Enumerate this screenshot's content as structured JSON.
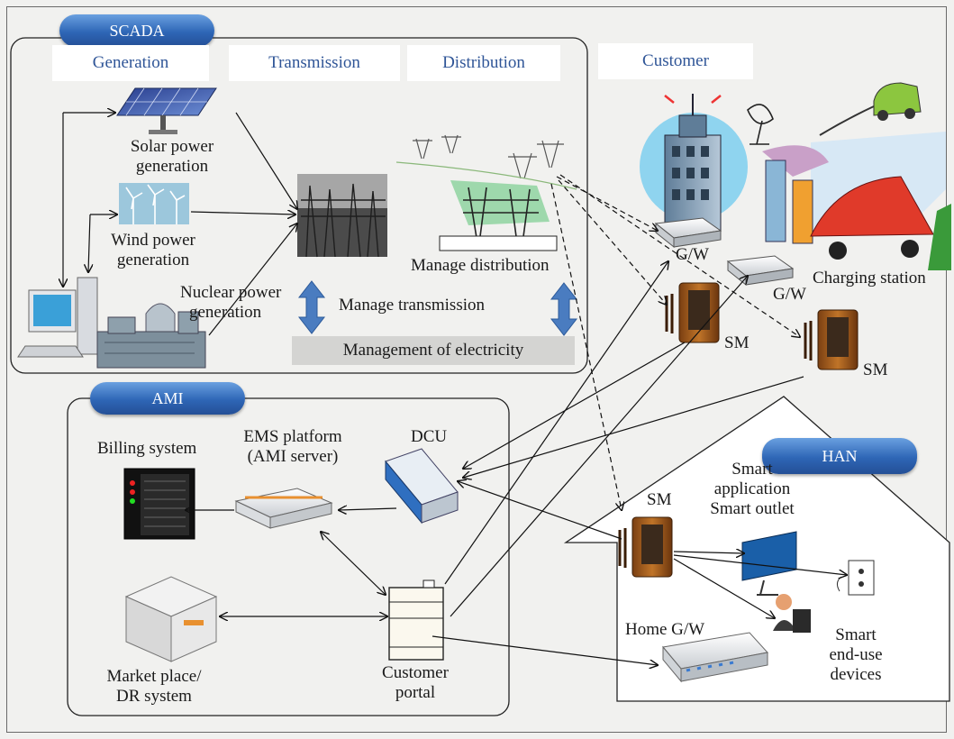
{
  "sections": {
    "scada": "SCADA",
    "ami": "AMI",
    "han": "HAN"
  },
  "stages": {
    "generation": "Generation",
    "transmission": "Transmission",
    "distribution": "Distribution",
    "customer": "Customer"
  },
  "scada_labels": {
    "solar": [
      "Solar power",
      "generation"
    ],
    "wind": [
      "Wind power",
      "generation"
    ],
    "nuclear": [
      "Nuclear power",
      "generation"
    ],
    "manage_distribution": "Manage distribution",
    "manage_transmission": "Manage transmission",
    "management_electricity": "Management of electricity"
  },
  "customer_labels": {
    "gw1": "G/W",
    "gw2": "G/W",
    "charging": "Charging station",
    "sm1": "SM",
    "sm2": "SM"
  },
  "ami_labels": {
    "billing": "Billing system",
    "ems": [
      "EMS platform",
      "(AMI server)"
    ],
    "dcu": "DCU",
    "market": [
      "Market place/",
      "DR system"
    ],
    "portal": [
      "Customer",
      "portal"
    ]
  },
  "han_labels": {
    "sm": "SM",
    "smart_app": [
      "Smart",
      "application",
      "Smart outlet"
    ],
    "home_gw": "Home G/W",
    "enduse": [
      "Smart",
      "end-use",
      "devices"
    ]
  },
  "colors": {
    "tab_blue": "#2e66b6",
    "stage_text": "#2f5597",
    "arrow_blue": "#4a7cc0"
  }
}
